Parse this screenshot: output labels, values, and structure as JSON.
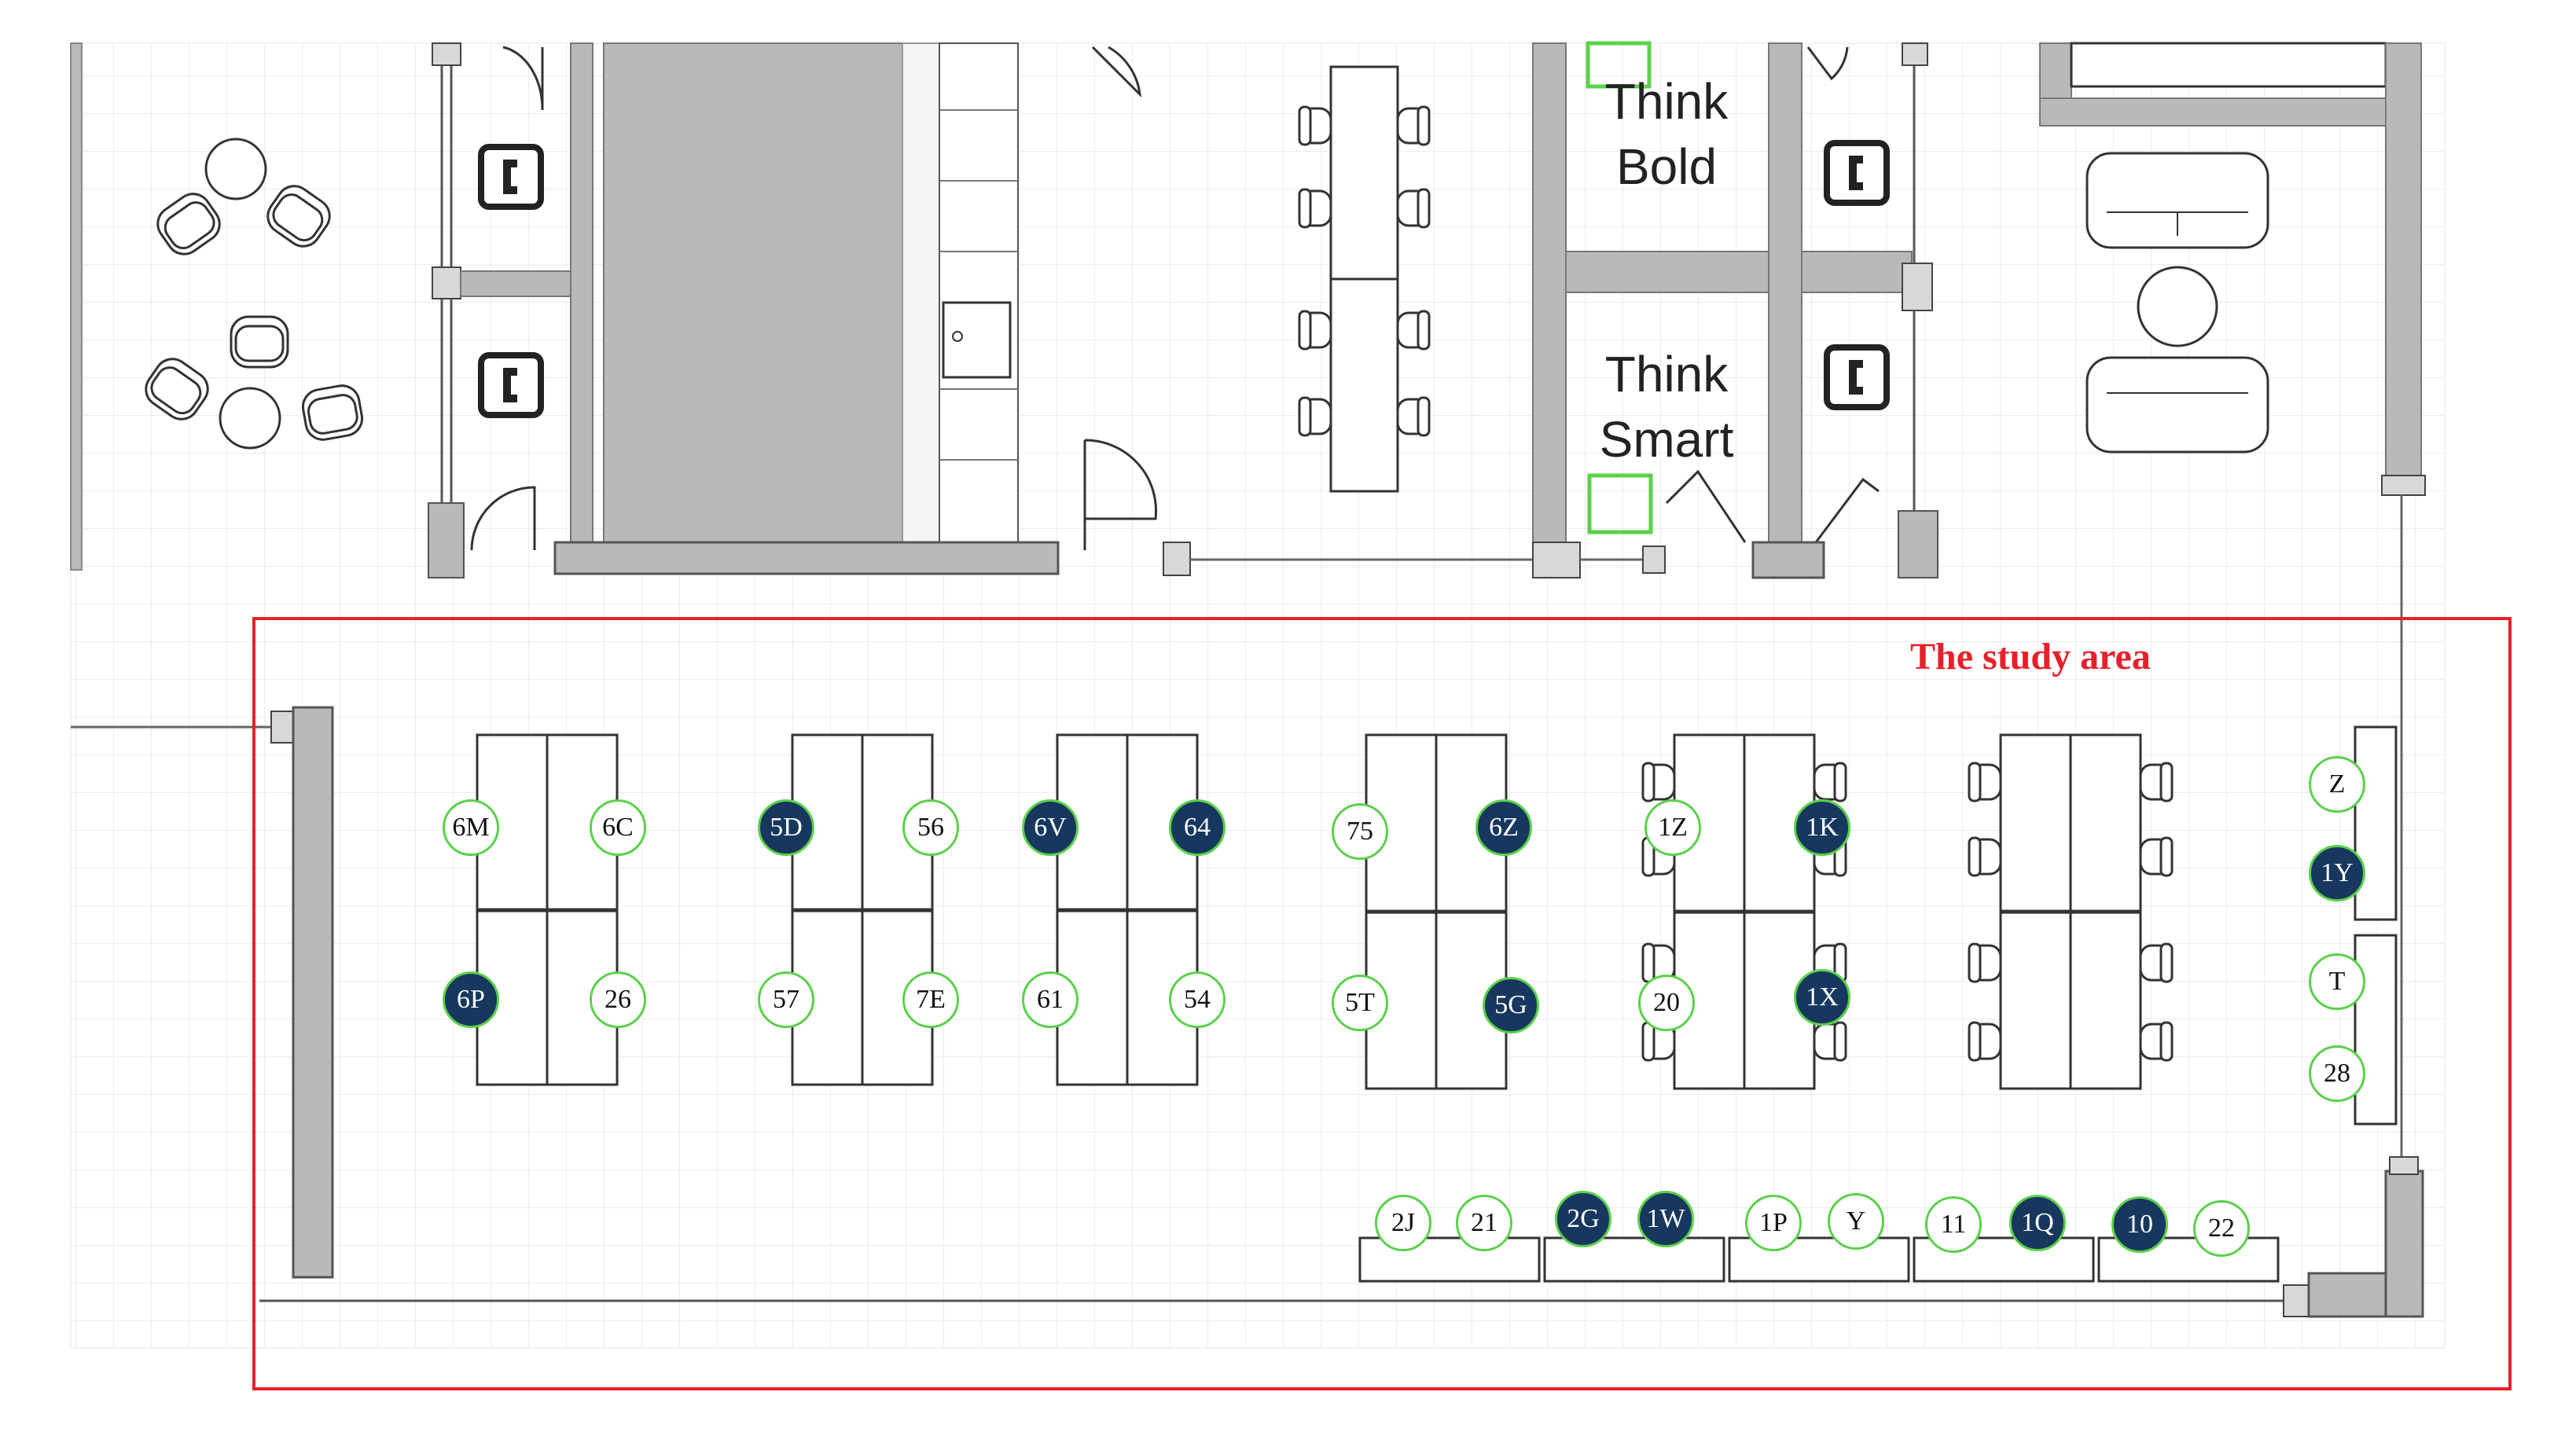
{
  "labels": {
    "think_bold": [
      "Think",
      "Bold"
    ],
    "think_smart": [
      "Think",
      "Smart"
    ],
    "study_area": "The study area"
  },
  "colors": {
    "highlight_border": "#e8202a",
    "seat_taken": "#17375e",
    "seat_free": "#ffffff",
    "seat_ring": "#5ad14a",
    "wall": "#b9b9b9",
    "grid": "#ececec"
  },
  "seats": [
    {
      "id": "6M",
      "state": "free"
    },
    {
      "id": "6C",
      "state": "free"
    },
    {
      "id": "6P",
      "state": "taken"
    },
    {
      "id": "26",
      "state": "free"
    },
    {
      "id": "5D",
      "state": "taken"
    },
    {
      "id": "56",
      "state": "free"
    },
    {
      "id": "57",
      "state": "free"
    },
    {
      "id": "7E",
      "state": "free"
    },
    {
      "id": "6V",
      "state": "taken"
    },
    {
      "id": "64",
      "state": "taken"
    },
    {
      "id": "61",
      "state": "free"
    },
    {
      "id": "54",
      "state": "free"
    },
    {
      "id": "75",
      "state": "free"
    },
    {
      "id": "6Z",
      "state": "taken"
    },
    {
      "id": "5T",
      "state": "free"
    },
    {
      "id": "5G",
      "state": "taken"
    },
    {
      "id": "1Z",
      "state": "free"
    },
    {
      "id": "1K",
      "state": "taken"
    },
    {
      "id": "20",
      "state": "free"
    },
    {
      "id": "1X",
      "state": "taken"
    },
    {
      "id": "Z",
      "state": "free"
    },
    {
      "id": "1Y",
      "state": "taken"
    },
    {
      "id": "T",
      "state": "free"
    },
    {
      "id": "28",
      "state": "free"
    },
    {
      "id": "2J",
      "state": "free"
    },
    {
      "id": "21",
      "state": "free"
    },
    {
      "id": "2G",
      "state": "taken"
    },
    {
      "id": "1W",
      "state": "taken"
    },
    {
      "id": "1P",
      "state": "free"
    },
    {
      "id": "Y",
      "state": "free"
    },
    {
      "id": "11",
      "state": "free"
    },
    {
      "id": "1Q",
      "state": "taken"
    },
    {
      "id": "10",
      "state": "taken"
    },
    {
      "id": "22",
      "state": "free"
    }
  ]
}
